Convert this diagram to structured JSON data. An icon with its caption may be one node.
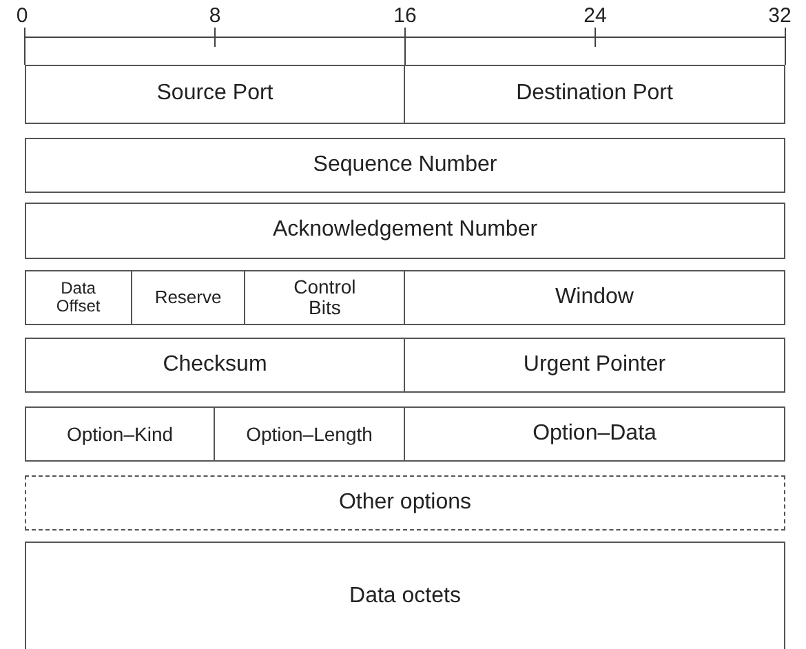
{
  "diagram": {
    "nodes": [
      {
        "text": [
          "Source Port"
        ]
      },
      {
        "text": [
          "Destination Port"
        ]
      },
      {
        "text": [
          "Sequence Number"
        ]
      },
      {
        "text": [
          "Acknowledgement Number"
        ]
      },
      {
        "text": [
          "Data Offset"
        ]
      },
      {
        "text": [
          "Reserve"
        ]
      },
      {
        "text": [
          "Control Bits"
        ]
      },
      {
        "text": [
          "Window"
        ]
      },
      {
        "text": [
          "Checksum"
        ]
      },
      {
        "text": [
          "Urgent Pointer"
        ]
      },
      {
        "text": [
          "Option–Kind"
        ]
      },
      {
        "text": [
          "Option–Length"
        ]
      },
      {
        "text": [
          "Option–Data"
        ]
      },
      {
        "text": [
          "Other options"
        ]
      },
      {
        "text": [
          "Data octets"
        ]
      }
    ],
    "labels": [
      "0",
      "8",
      "16",
      "24",
      "32"
    ]
  }
}
